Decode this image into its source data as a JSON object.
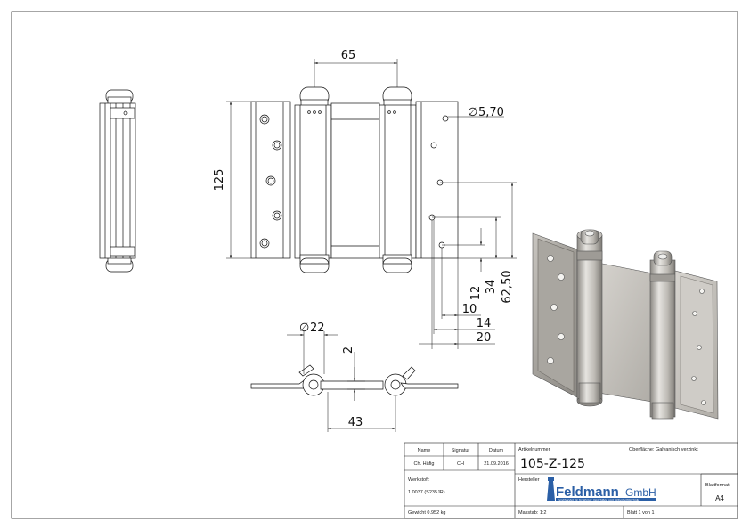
{
  "dimensions": {
    "width_top": "65",
    "height_left": "125",
    "hole_diameter": "5,70",
    "dim_12": "12",
    "dim_34": "34",
    "dim_6250": "62,50",
    "dim_10": "10",
    "dim_14": "14",
    "dim_20": "20",
    "knuckle_diameter": "22",
    "thickness": "2",
    "bottom_width": "43"
  },
  "symbols": {
    "diameter": "∅"
  },
  "title_block": {
    "h_name": "Name",
    "h_signatur": "Signatur",
    "h_datum": "Datum",
    "name": "Ch. Häfig",
    "signatur": "CH",
    "datum": "21.09.2016",
    "h_artikel": "Artikelnummer",
    "artikel": "105-Z-125",
    "oberflaeche": "Oberfläche: Galvanisch verzinkt",
    "h_werkstoff": "Werkstoff:",
    "werkstoff": "1.0037 (S235JR)",
    "h_hersteller": "Hersteller",
    "hersteller_logo": "Feldmann",
    "hersteller_logo_suffix": "GmbH",
    "hersteller_tagline": "Großhandel für Schlösser, Beschläge und Sicherheitstechnik",
    "h_blattformat": "Blattformat",
    "blattformat": "A4",
    "gewicht": "Gewicht 0.952 kg",
    "massstab": "Masstab: 1:2",
    "blatt": "Blatt 1 von 1"
  },
  "colors": {
    "line": "#111111",
    "metal_light": "#d9d7d3",
    "metal_mid": "#b3b0aa",
    "metal_dark": "#7a7772",
    "logo_blue": "#2b5fa6"
  }
}
